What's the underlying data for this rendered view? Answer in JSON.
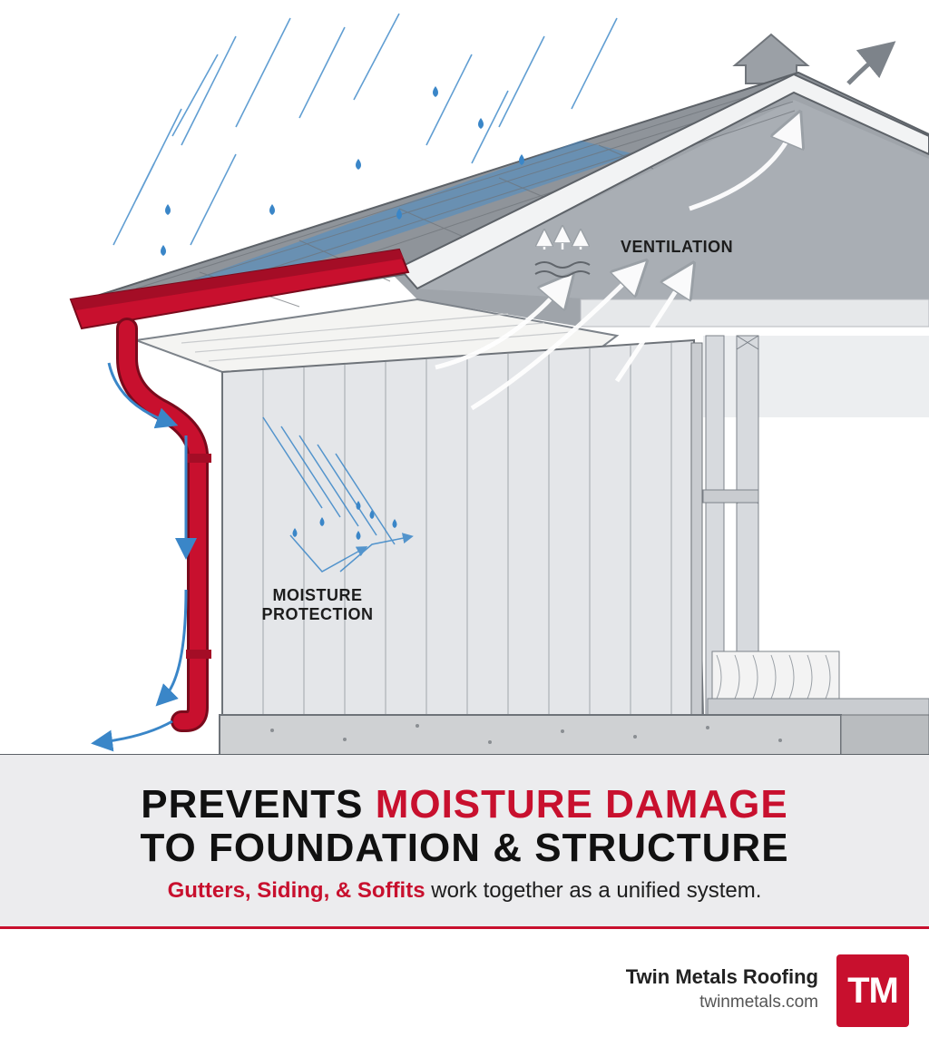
{
  "diagram": {
    "labels": {
      "ventilation": "VENTILATION",
      "moisture_line1": "MOISTURE",
      "moisture_line2": "PROTECTION"
    }
  },
  "headline": {
    "line1_part1": "PREVENTS ",
    "line1_part2": "MOISTURE DAMAGE",
    "line2": "TO FOUNDATION & STRUCTURE"
  },
  "subline": {
    "highlight": "Gutters, Siding, & Soffits",
    "rest": " work together as a unified system."
  },
  "brand": {
    "name": "Twin Metals Roofing",
    "url": "twinmetals.com",
    "logo_text": "TM"
  },
  "colors": {
    "accent_red": "#c8102e",
    "water_blue": "#3a86c8",
    "roof_gray": "#8f949a"
  }
}
